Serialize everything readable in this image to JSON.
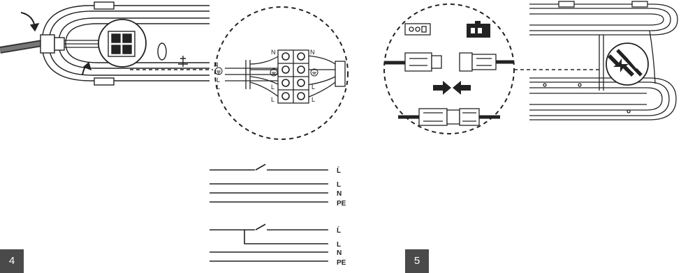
{
  "panels": [
    {
      "step": "4"
    },
    {
      "step": "5"
    }
  ],
  "terminal_block": {
    "left_labels": [
      "N",
      "L",
      "L"
    ],
    "top_labels": [
      "N",
      "N"
    ],
    "bottom_labels": [
      "L",
      "L",
      "L",
      "L"
    ]
  },
  "wiring_diagrams": [
    {
      "labels": [
        "Ĺ",
        "L",
        "N",
        "PE"
      ]
    },
    {
      "labels": [
        "Ĺ",
        "L",
        "N",
        "PE"
      ]
    }
  ]
}
